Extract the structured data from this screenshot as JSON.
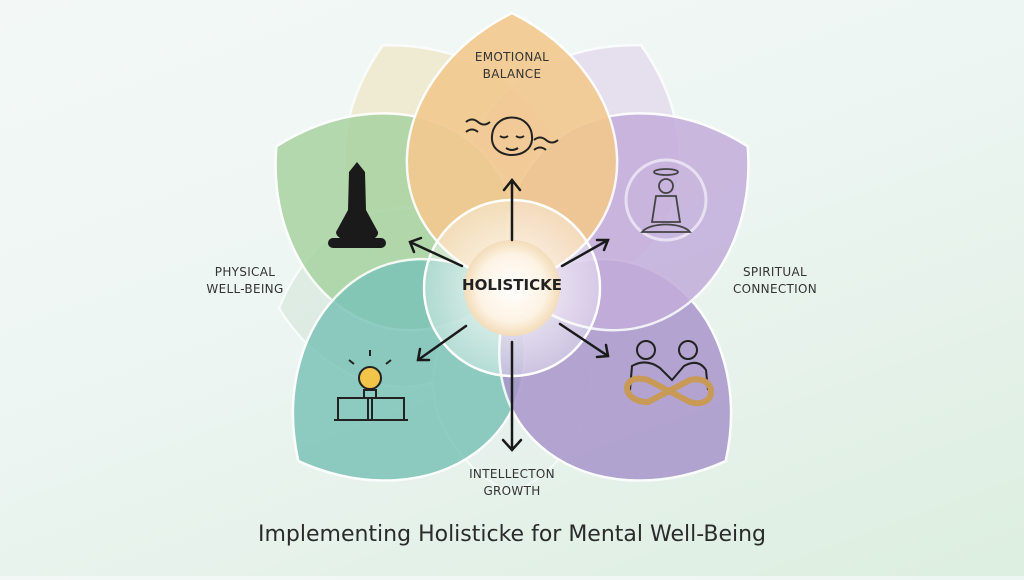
{
  "center": {
    "label": "HOLISTICKE"
  },
  "petals": [
    {
      "id": "emotional",
      "label_line1": "EMOTIONAL",
      "label_line2": "BALANCE",
      "icon": "meditating-face-icon",
      "color": "#f3c98f"
    },
    {
      "id": "spiritual",
      "label_line1": "SPIRITUAL",
      "label_line2": "CONNECTION",
      "icon": "lotus-meditation-icon",
      "color": "#c3addb"
    },
    {
      "id": "social",
      "label_line1": "",
      "label_line2": "",
      "icon": "people-infinity-icon",
      "color": "#a996cc"
    },
    {
      "id": "intellectual",
      "label_line1": "INTELLECTON",
      "label_line2": "GROWTH",
      "icon": "lightbulb-book-icon",
      "color": "#7dc4b8"
    },
    {
      "id": "physical",
      "label_line1": "PHYSICAL",
      "label_line2": "WELL-BEING",
      "icon": "yoga-pose-icon",
      "color": "#a9d3a2"
    }
  ],
  "title": "Implementing Holisticke for Mental Well-Being"
}
